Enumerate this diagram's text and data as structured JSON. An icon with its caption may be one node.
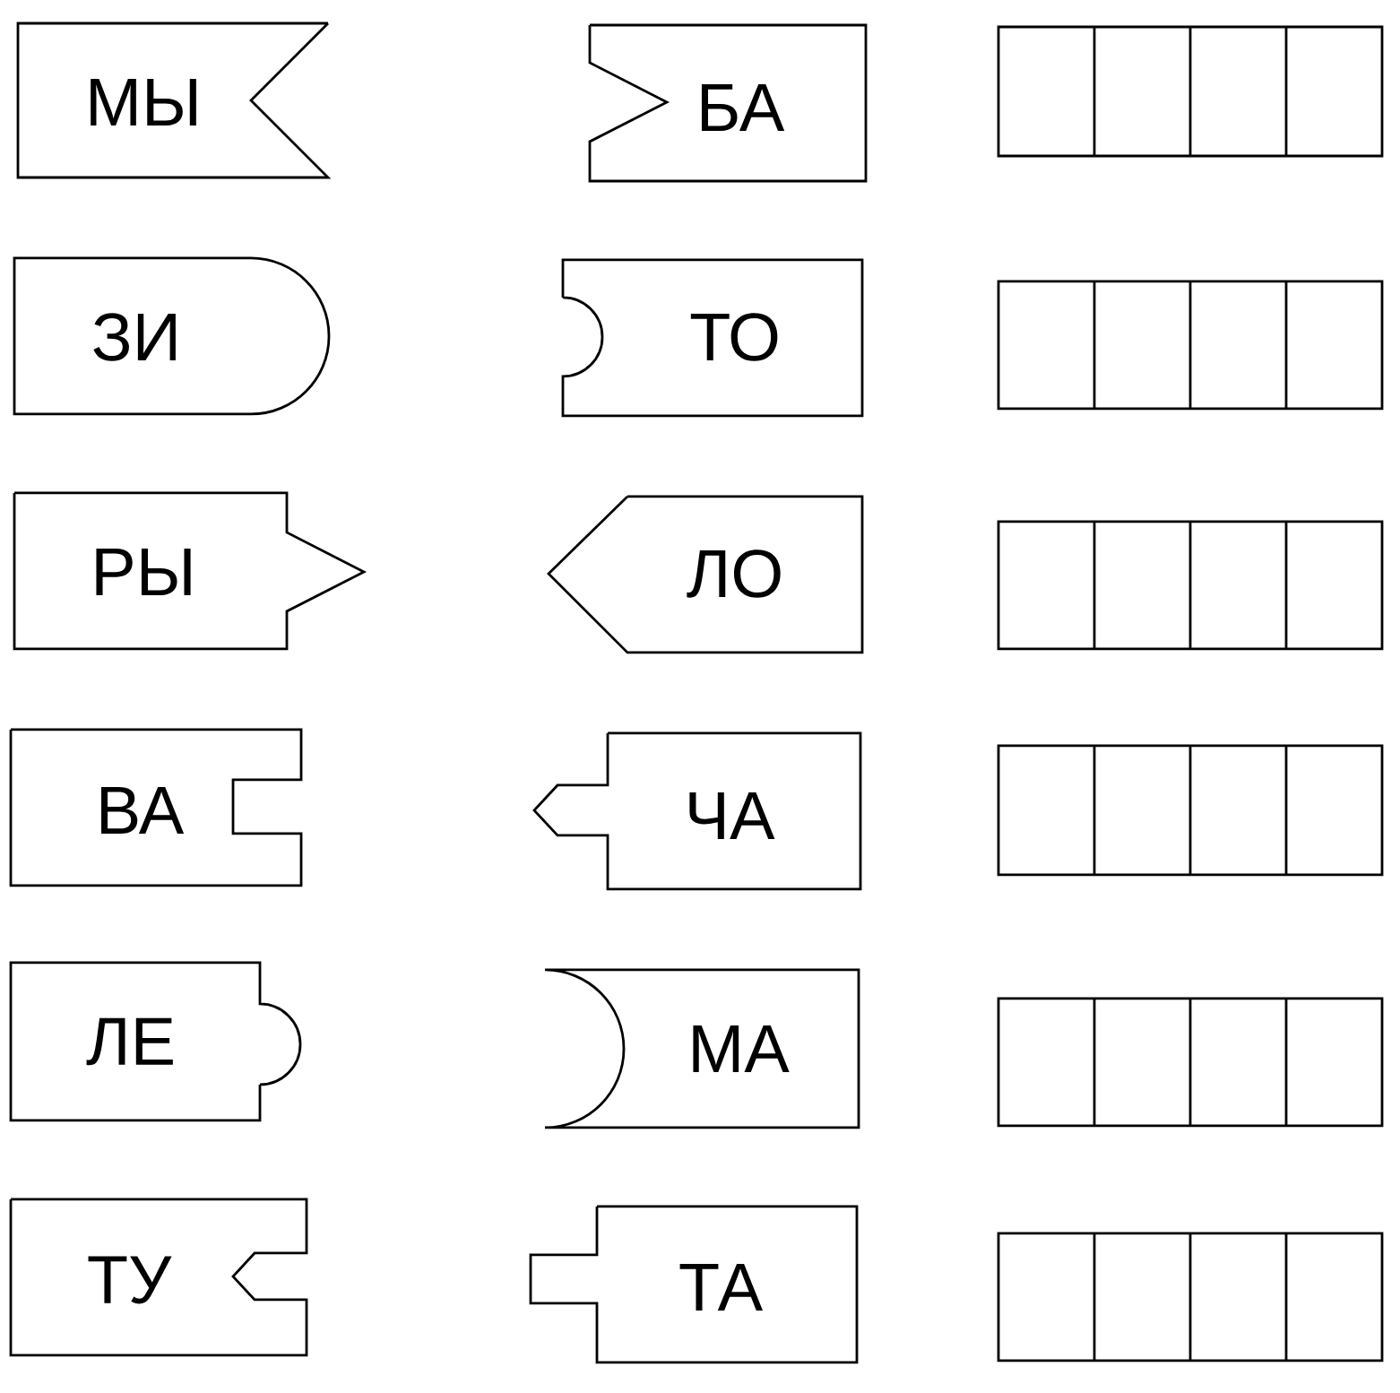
{
  "diagram": {
    "nodes": [
      {
        "text": [
          "МЫ"
        ]
      },
      {
        "text": [
          "БА"
        ]
      },
      {
        "text": [
          "ЗИ"
        ]
      },
      {
        "text": [
          "ТО"
        ]
      },
      {
        "text": [
          "РЫ"
        ]
      },
      {
        "text": [
          "ЛО"
        ]
      },
      {
        "text": [
          "ВА"
        ]
      },
      {
        "text": [
          "ЧА"
        ]
      },
      {
        "text": [
          "ЛЕ"
        ]
      },
      {
        "text": [
          "МА"
        ]
      },
      {
        "text": [
          "ТУ"
        ]
      },
      {
        "text": [
          "ТА"
        ]
      }
    ]
  }
}
